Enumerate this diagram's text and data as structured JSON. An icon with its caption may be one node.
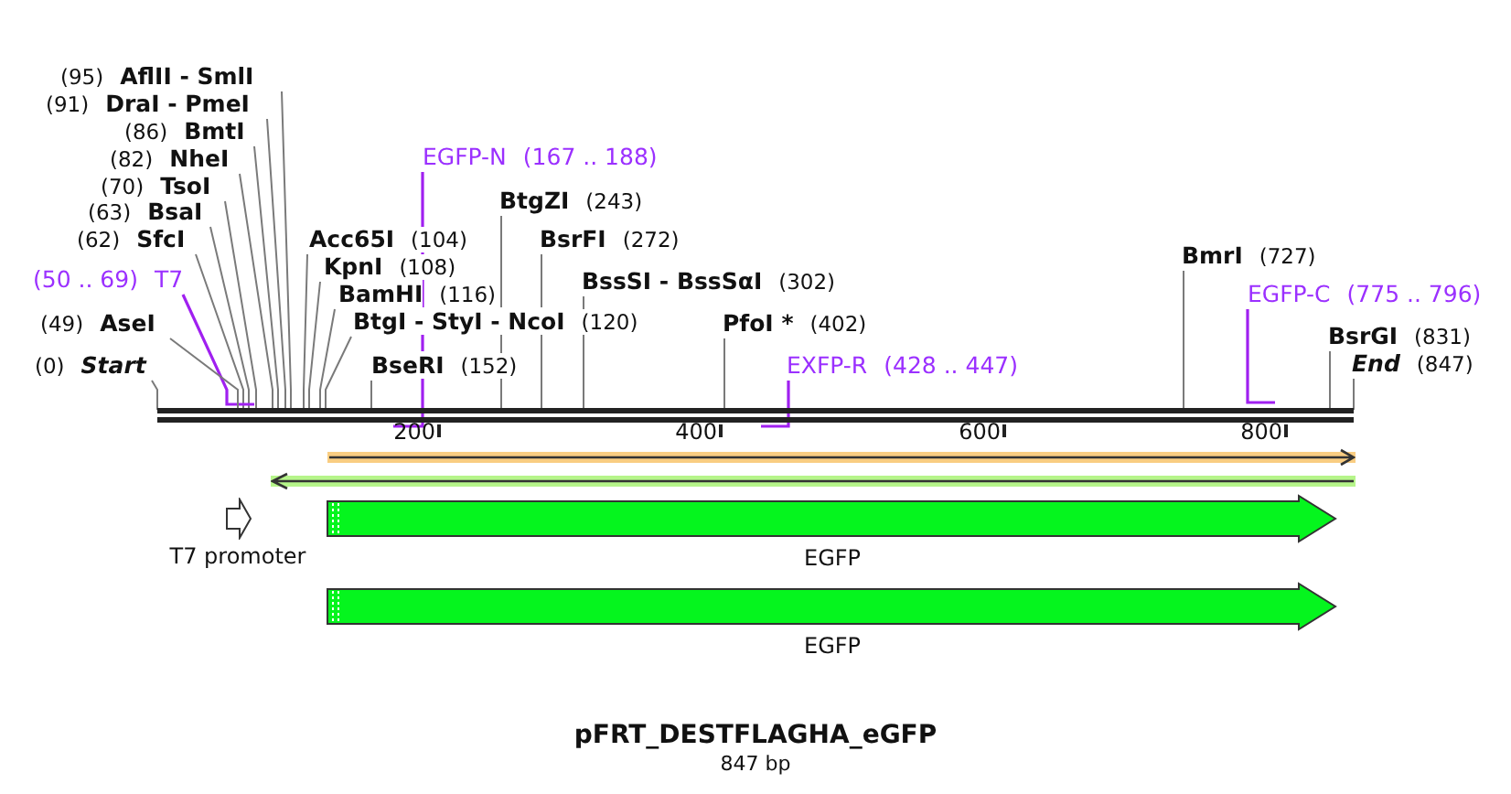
{
  "diagram": {
    "title": "pFRT_DESTFLAGHA_eGFP",
    "caption": "847 bp",
    "nodes": [
      {
        "text": [
          "(95)",
          "AflII - SmlI"
        ]
      },
      {
        "text": [
          "(91)",
          "DraI - PmeI"
        ]
      },
      {
        "text": [
          "(86)",
          "BmtI"
        ]
      },
      {
        "text": [
          "(82)",
          "NheI"
        ]
      },
      {
        "text": [
          "(70)",
          "TsoI"
        ]
      },
      {
        "text": [
          "(63)",
          "BsaI"
        ]
      },
      {
        "text": [
          "(62)",
          "SfcI"
        ]
      },
      {
        "text": [
          "(50 .. 69)",
          "T7"
        ]
      },
      {
        "text": [
          "(49)",
          "AseI"
        ]
      },
      {
        "text": [
          "(0)",
          "Start"
        ]
      },
      {
        "text": [
          "Acc65I",
          "(104)"
        ]
      },
      {
        "text": [
          "KpnI",
          "(108)"
        ]
      },
      {
        "text": [
          "BamHI",
          "(116)"
        ]
      },
      {
        "text": [
          "BtgI - StyI - NcoI",
          "(120)"
        ]
      },
      {
        "text": [
          "BseRI",
          "(152)"
        ]
      },
      {
        "text": [
          "EGFP-N",
          "(167 .. 188)"
        ]
      },
      {
        "text": [
          "BtgZI",
          "(243)"
        ]
      },
      {
        "text": [
          "BsrFI",
          "(272)"
        ]
      },
      {
        "text": [
          "BssSI - BssSαI",
          "(302)"
        ]
      },
      {
        "text": [
          "PfoI *",
          "(402)"
        ]
      },
      {
        "text": [
          "EXFP-R",
          "(428 .. 447)"
        ]
      },
      {
        "text": [
          "BmrI",
          "(727)"
        ]
      },
      {
        "text": [
          "EGFP-C",
          "(775 .. 796)"
        ]
      },
      {
        "text": [
          "BsrGI",
          "(831)"
        ]
      },
      {
        "text": [
          "End",
          "(847)"
        ]
      },
      {
        "text": [],
        "shape": "bar"
      },
      {
        "text": [],
        "shape": "arrow"
      },
      {
        "text": [],
        "shape": "arrow"
      },
      {
        "text": [
          "T7 promoter"
        ]
      },
      {
        "text": [
          "EGFP"
        ]
      },
      {
        "text": [
          "EGFP"
        ]
      }
    ],
    "edges": [
      {
        "from": 0,
        "to": 25,
        "arrow": "none"
      },
      {
        "from": 1,
        "to": 25,
        "arrow": "none"
      },
      {
        "from": 2,
        "to": 25,
        "arrow": "none"
      },
      {
        "from": 3,
        "to": 25,
        "arrow": "none"
      },
      {
        "from": 4,
        "to": 25,
        "arrow": "none"
      },
      {
        "from": 5,
        "to": 25,
        "arrow": "none"
      },
      {
        "from": 6,
        "to": 25,
        "arrow": "none"
      },
      {
        "from": 7,
        "to": 25,
        "arrow": "none",
        "color": "#a020f0"
      },
      {
        "from": 8,
        "to": 25,
        "arrow": "none"
      },
      {
        "from": 9,
        "to": 25,
        "arrow": "none"
      },
      {
        "from": 10,
        "to": 25,
        "arrow": "none"
      },
      {
        "from": 11,
        "to": 25,
        "arrow": "none"
      },
      {
        "from": 12,
        "to": 25,
        "arrow": "none"
      },
      {
        "from": 13,
        "to": 25,
        "arrow": "none"
      },
      {
        "from": 14,
        "to": 25,
        "arrow": "none"
      },
      {
        "from": 15,
        "to": 25,
        "arrow": "none",
        "color": "#a020f0"
      },
      {
        "from": 16,
        "to": 25,
        "arrow": "none"
      },
      {
        "from": 17,
        "to": 25,
        "arrow": "none"
      },
      {
        "from": 18,
        "to": 25,
        "arrow": "none"
      },
      {
        "from": 19,
        "to": 25,
        "arrow": "none"
      },
      {
        "from": 20,
        "to": 25,
        "arrow": "none",
        "color": "#a020f0"
      },
      {
        "from": 21,
        "to": 25,
        "arrow": "none"
      },
      {
        "from": 22,
        "to": 25,
        "arrow": "none",
        "color": "#a020f0"
      },
      {
        "from": 23,
        "to": 25,
        "arrow": "none"
      },
      {
        "from": 24,
        "to": 25,
        "arrow": "none"
      }
    ],
    "labels": [
      "200",
      "400",
      "600",
      "800"
    ]
  }
}
